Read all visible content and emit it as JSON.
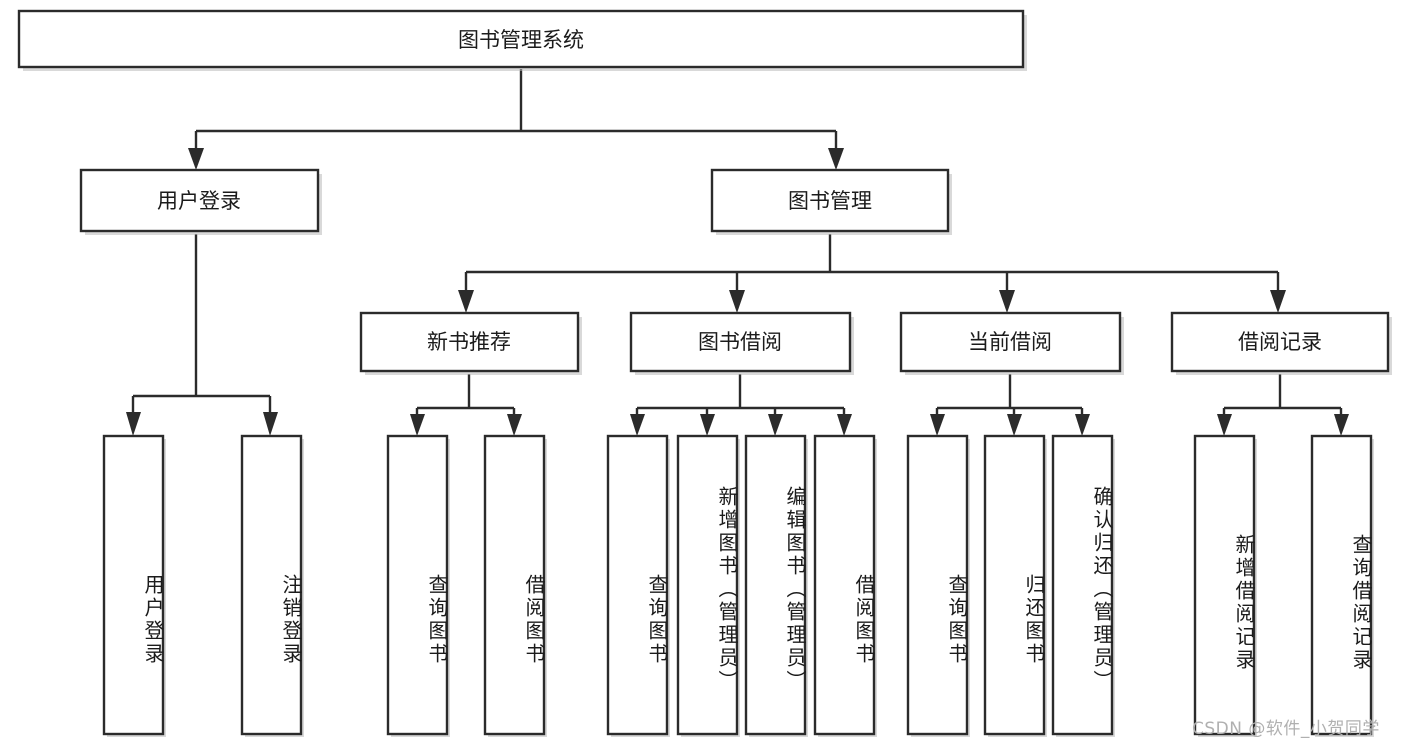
{
  "diagram": {
    "type": "tree-hierarchy-chart",
    "title_node": {
      "id": "root",
      "label": "图书管理系统"
    },
    "level2": [
      {
        "id": "user-login",
        "label": "用户登录"
      },
      {
        "id": "book-management",
        "label": "图书管理"
      }
    ],
    "level3": [
      {
        "id": "new-book-recommend",
        "label": "新书推荐",
        "parent": "book-management"
      },
      {
        "id": "book-borrow",
        "label": "图书借阅",
        "parent": "book-management"
      },
      {
        "id": "current-borrow",
        "label": "当前借阅",
        "parent": "book-management"
      },
      {
        "id": "borrow-record",
        "label": "借阅记录",
        "parent": "book-management"
      }
    ],
    "leaves": [
      {
        "id": "leaf-user-login",
        "label": "用户登录",
        "parent": "user-login"
      },
      {
        "id": "leaf-logout-login",
        "label": "注销登录",
        "parent": "user-login"
      },
      {
        "id": "leaf-query-book-1",
        "label": "查询图书",
        "parent": "new-book-recommend"
      },
      {
        "id": "leaf-borrow-book-1",
        "label": "借阅图书",
        "parent": "new-book-recommend"
      },
      {
        "id": "leaf-query-book-2",
        "label": "查询图书",
        "parent": "book-borrow"
      },
      {
        "id": "leaf-add-book-admin",
        "label": "新增图书（管理员）",
        "parent": "book-borrow"
      },
      {
        "id": "leaf-edit-book-admin",
        "label": "编辑图书（管理员）",
        "parent": "book-borrow"
      },
      {
        "id": "leaf-borrow-book-2",
        "label": "借阅图书",
        "parent": "book-borrow"
      },
      {
        "id": "leaf-query-book-3",
        "label": "查询图书",
        "parent": "current-borrow"
      },
      {
        "id": "leaf-return-book",
        "label": "归还图书",
        "parent": "current-borrow"
      },
      {
        "id": "leaf-confirm-return-admin",
        "label": "确认归还（管理员）",
        "parent": "current-borrow"
      },
      {
        "id": "leaf-add-borrow-record",
        "label": "新增借阅记录",
        "parent": "borrow-record"
      },
      {
        "id": "leaf-query-borrow-record",
        "label": "查询借阅记录",
        "parent": "borrow-record"
      }
    ],
    "colors": {
      "stroke": "#2b2b2b",
      "fill": "#ffffff",
      "text": "#1b1b1b",
      "watermark": "#b0b0b0",
      "background": "#ffffff"
    }
  },
  "watermark": {
    "text": "CSDN @软件_小贺同学"
  }
}
